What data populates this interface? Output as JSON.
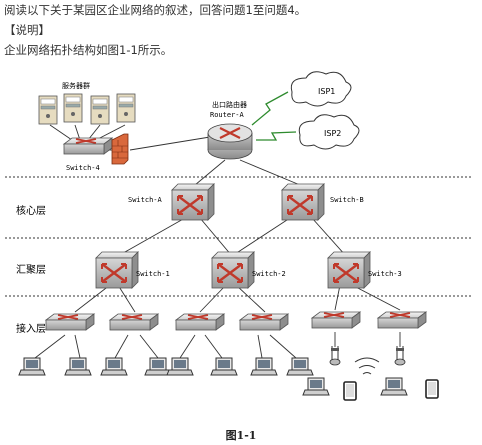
{
  "intro": "阅读以下关于某园区企业网络的叙述，回答问题1至问题4。",
  "section": "【说明】",
  "description": "企业网络拓扑结构如图1-1所示。",
  "labels": {
    "server_group": "服务器群",
    "router_cn": "出口路由器",
    "router_en": "Router-A",
    "isp1": "ISP1",
    "isp2": "ISP2",
    "switch4": "Switch-4",
    "switchA": "Switch-A",
    "switchB": "Switch-B",
    "switch1": "Switch-1",
    "switch2": "Switch-2",
    "switch3": "Switch-3",
    "core_layer": "核心层",
    "aggregation_layer": "汇聚层",
    "access_layer": "接入层"
  },
  "caption": "图1-1"
}
